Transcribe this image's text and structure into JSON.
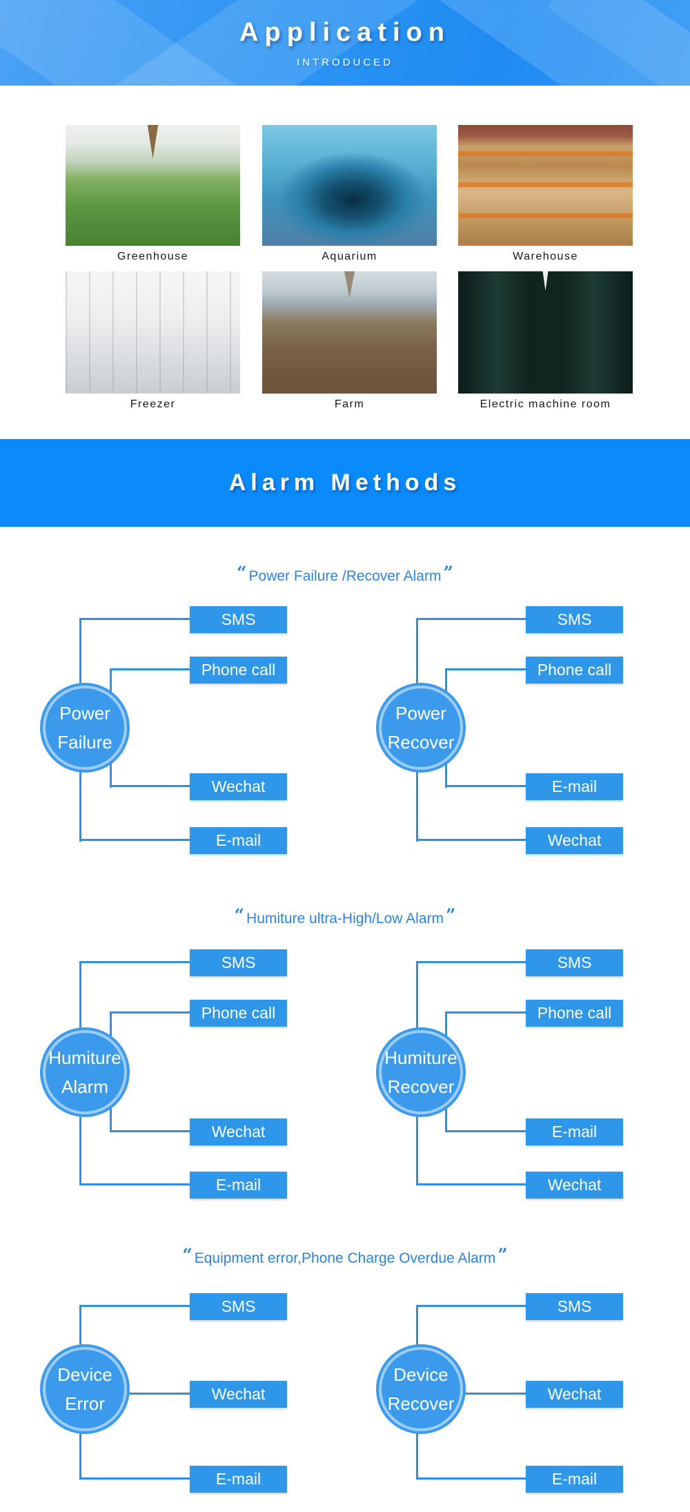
{
  "banner_top": {
    "title": "Application",
    "subtitle": "INTRODUCED",
    "background": "#2e95f3"
  },
  "applications": {
    "items": [
      {
        "label": "Greenhouse",
        "photo": "greenhouse crop rows"
      },
      {
        "label": "Aquarium",
        "photo": "underwater aquarium tunnel"
      },
      {
        "label": "Warehouse",
        "photo": "cardboard boxes on racks"
      },
      {
        "label": "Freezer",
        "photo": "white cold-storage room"
      },
      {
        "label": "Farm",
        "photo": "cow barn aisle"
      },
      {
        "label": "Electric machine room",
        "photo": "server rack corridor"
      }
    ]
  },
  "banner_alarm": {
    "title": "Alarm Methods",
    "background": "#0a8afb"
  },
  "quotes": {
    "open": "“",
    "close": "”"
  },
  "sections": [
    {
      "title": "Power Failure /Recover Alarm",
      "diagrams": [
        {
          "node": [
            "Power",
            "Failure"
          ],
          "methods": [
            "SMS",
            "Phone call",
            "Wechat",
            "E-mail"
          ]
        },
        {
          "node": [
            "Power",
            "Recover"
          ],
          "methods": [
            "SMS",
            "Phone call",
            "E-mail",
            "Wechat"
          ]
        }
      ]
    },
    {
      "title": "Humiture ultra-High/Low Alarm",
      "diagrams": [
        {
          "node": [
            "Humiture",
            "Alarm"
          ],
          "methods": [
            "SMS",
            "Phone call",
            "Wechat",
            "E-mail"
          ]
        },
        {
          "node": [
            "Humiture",
            "Recover"
          ],
          "methods": [
            "SMS",
            "Phone call",
            "E-mail",
            "Wechat"
          ]
        }
      ]
    },
    {
      "title": "Equipment error,Phone Charge Overdue Alarm",
      "diagrams": [
        {
          "node": [
            "Device",
            "Error"
          ],
          "methods": [
            "SMS",
            "Wechat",
            "E-mail"
          ]
        },
        {
          "node": [
            "Device",
            "Recover"
          ],
          "methods": [
            "SMS",
            "Wechat",
            "E-mail"
          ]
        }
      ]
    }
  ],
  "colors": {
    "method_box_blue": "#2e97ea",
    "connector_blue": "#2f8fe2",
    "node_circle_blue": "#3b9aec",
    "title_blue": "#2e82e0",
    "alarm_banner_blue": "#0a8afb",
    "top_banner_blue": "#2e95f3"
  }
}
